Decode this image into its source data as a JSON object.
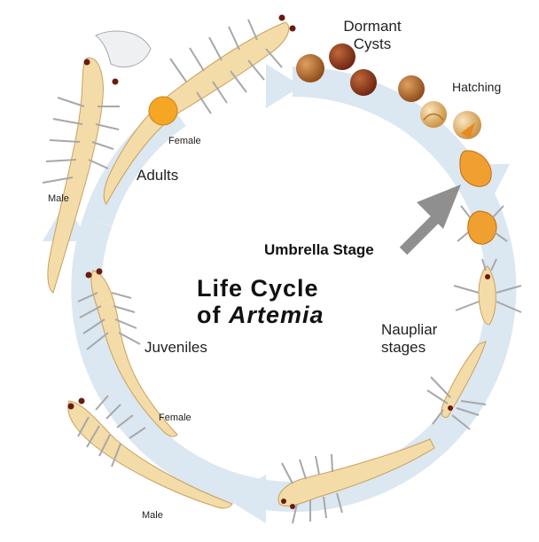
{
  "title": {
    "line1": "Life Cycle",
    "line2_prefix": "of ",
    "line2_italic": "Artemia"
  },
  "labels": {
    "dormant_line1": "Dormant",
    "dormant_line2": "Cysts",
    "hatching": "Hatching",
    "umbrella": "Umbrella Stage",
    "naupliar_line1": "Naupliar",
    "naupliar_line2": "stages",
    "adults": "Adults",
    "juveniles": "Juveniles",
    "female_top": "Female",
    "male_top": "Male",
    "female_bottom": "Female",
    "male_bottom": "Male"
  },
  "colors": {
    "cycle_arrow": "#dbe7f1",
    "cyst_dark": "#8a3a1a",
    "cyst_mid": "#b5651d",
    "cyst_light": "#e8b46a",
    "embryo": "#f0a030",
    "body": "#f3dca8",
    "body_outline": "#c9a060",
    "eggs": "#f5a623",
    "appendage": "#a8a8a8",
    "eye": "#6b1a10",
    "grey_arrow": "#8f8f8f"
  },
  "icons": {
    "cycle": "circular-arrow-icon",
    "pointer": "grey-arrow-icon"
  }
}
